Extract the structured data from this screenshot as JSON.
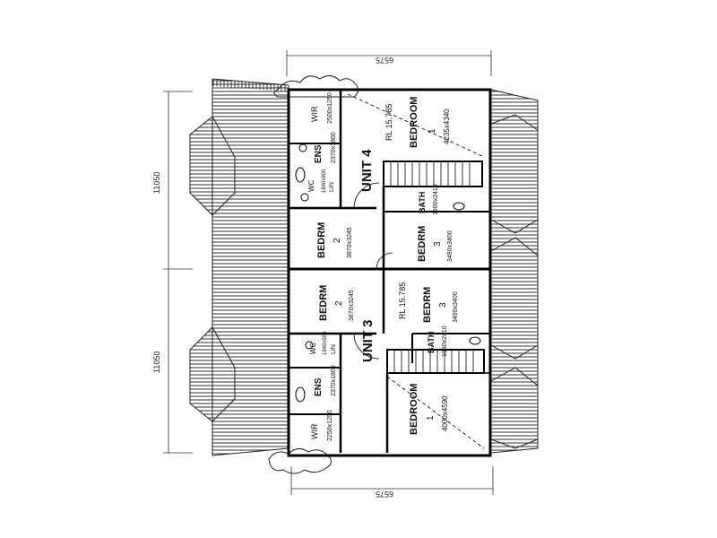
{
  "units": [
    {
      "label": "UNIT 4"
    },
    {
      "label": "UNIT 3"
    }
  ],
  "rooms": {
    "u4_wir": {
      "name": "WIR",
      "dims": "2500x1250"
    },
    "u4_ens": {
      "name": "ENS",
      "dims": "2370x1800"
    },
    "u4_wc": {
      "name": "WC",
      "dims": "1840x900"
    },
    "u4_lin": {
      "name": "LIN"
    },
    "u4_bedroom1": {
      "name": "BEDROOM",
      "number": "1",
      "dims": "4235x4340",
      "rl": "RL 15.785"
    },
    "u4_bath": {
      "name": "BATH",
      "dims": "1900x2410"
    },
    "u4_bedrm2": {
      "name": "BEDRM",
      "number": "2",
      "dims": "3870x3245"
    },
    "u4_bedrm3": {
      "name": "BEDRM",
      "number": "3",
      "dims": "3490x3400"
    },
    "u3_bedrm2": {
      "name": "BEDRM",
      "number": "2",
      "dims": "3870x3245"
    },
    "u3_bedrm3": {
      "name": "BEDRM",
      "number": "3",
      "dims": "3490x3400",
      "rl": "RL 15.785"
    },
    "u3_wc": {
      "name": "WC",
      "dims": "1840x900"
    },
    "u3_lin": {
      "name": "LIN"
    },
    "u3_bath": {
      "name": "BATH",
      "dims": "1990x2410"
    },
    "u3_ens": {
      "name": "ENS",
      "dims": "2370x1800"
    },
    "u3_bedroom1": {
      "name": "BEDROOM",
      "number": "1",
      "dims": "4000x4590"
    },
    "u3_wir": {
      "name": "WIR",
      "dims": "2250x1250"
    }
  },
  "dimensions": {
    "top_width": "6575",
    "bottom_width": "6575",
    "left_upper": "11050",
    "left_lower": "11050"
  }
}
